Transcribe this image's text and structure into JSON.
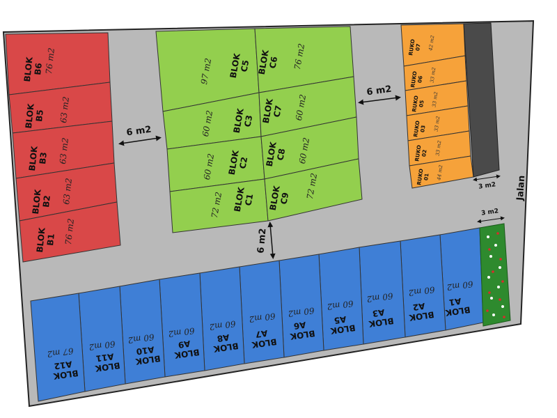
{
  "colors": {
    "road": "#b9b9b9",
    "block_a": "#3f7fd6",
    "block_b": "#d94848",
    "block_c": "#93cf4e",
    "ruko": "#f6a23a",
    "dark_strip": "#4a4a4a",
    "green_strip": "#2e8a2e"
  },
  "block_b": [
    {
      "title": "BLOK B6",
      "area": "76 m2"
    },
    {
      "title": "BLOK B5",
      "area": "63 m2"
    },
    {
      "title": "BLOK B3",
      "area": "63 m2"
    },
    {
      "title": "BLOK B2",
      "area": "63 m2"
    },
    {
      "title": "BLOK B1",
      "area": "76 m2"
    }
  ],
  "block_c": [
    {
      "title": "BLOK C5",
      "area": "97 m2"
    },
    {
      "title": "BLOK C6",
      "area": "76 m2"
    },
    {
      "title": "BLOK C3",
      "area": "60 m2"
    },
    {
      "title": "BLOK C7",
      "area": "60 m2"
    },
    {
      "title": "BLOK C2",
      "area": "60 m2"
    },
    {
      "title": "BLOK C8",
      "area": "60 m2"
    },
    {
      "title": "BLOK C1",
      "area": "72 m2"
    },
    {
      "title": "BLOK C9",
      "area": "72 m2"
    }
  ],
  "ruko": [
    {
      "title": "RUKO 07",
      "area": "42 m2"
    },
    {
      "title": "RUKO 06",
      "area": "33 m2"
    },
    {
      "title": "RUKO 05",
      "area": "33 m2"
    },
    {
      "title": "RUKO 03",
      "area": "33 m2"
    },
    {
      "title": "RUKO 02",
      "area": "33 m2"
    },
    {
      "title": "RUKO 01",
      "area": "44 m2"
    }
  ],
  "block_a": [
    {
      "title": "BLOK A1",
      "area": "60 m2"
    },
    {
      "title": "BLOK A2",
      "area": "60 m2"
    },
    {
      "title": "BLOK A3",
      "area": "60 m2"
    },
    {
      "title": "BLOK A5",
      "area": "60 m2"
    },
    {
      "title": "BLOK A6",
      "area": "60 m2"
    },
    {
      "title": "BLOK A7",
      "area": "60 m2"
    },
    {
      "title": "BLOK A8",
      "area": "60 m2"
    },
    {
      "title": "BLOK A9",
      "area": "60 m2"
    },
    {
      "title": "BLOK A10",
      "area": "60 m2"
    },
    {
      "title": "BLOK A11",
      "area": "60 m2"
    },
    {
      "title": "BLOK A12",
      "area": "67 m2"
    }
  ],
  "dimensions": {
    "road_left": "6 m2",
    "road_right": "6 m2",
    "road_middle": "6 m2",
    "dark_strip_width": "3 m2",
    "green_strip_width": "3 m2"
  },
  "road_name": "Jalan"
}
